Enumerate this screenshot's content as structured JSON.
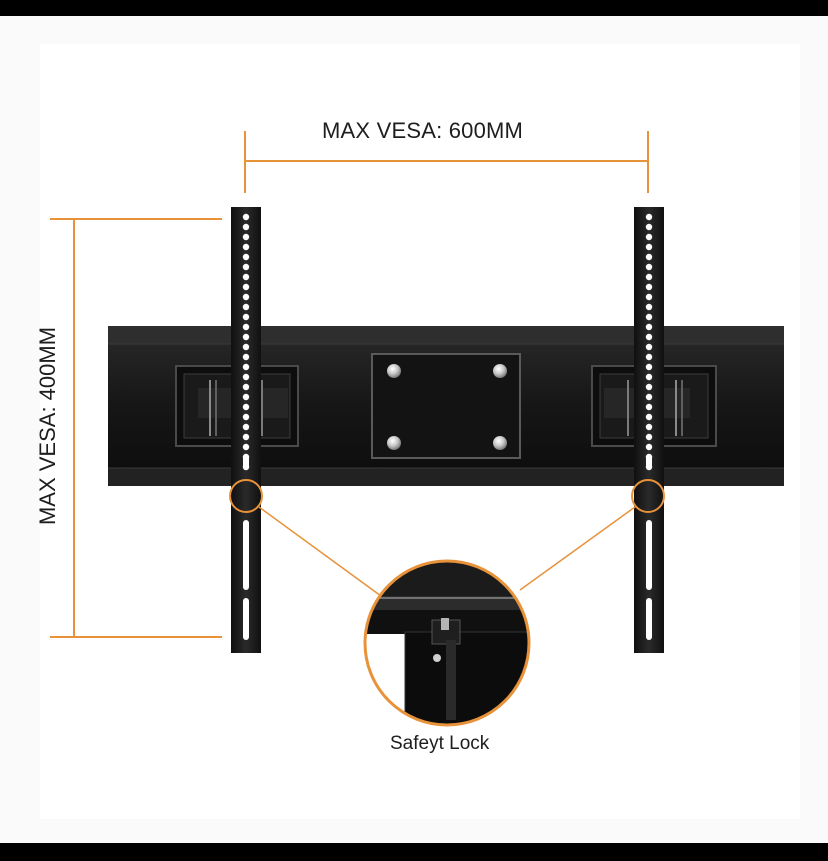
{
  "dimensions": {
    "horizontal_label": "MAX VESA: 600MM",
    "vertical_label": "MAX VESA: 400MM"
  },
  "callout": {
    "label": "Safeyt Lock"
  },
  "colors": {
    "accent": "#e8923a",
    "bracket": "#141414",
    "background": "#ffffff",
    "border": "#000000"
  }
}
